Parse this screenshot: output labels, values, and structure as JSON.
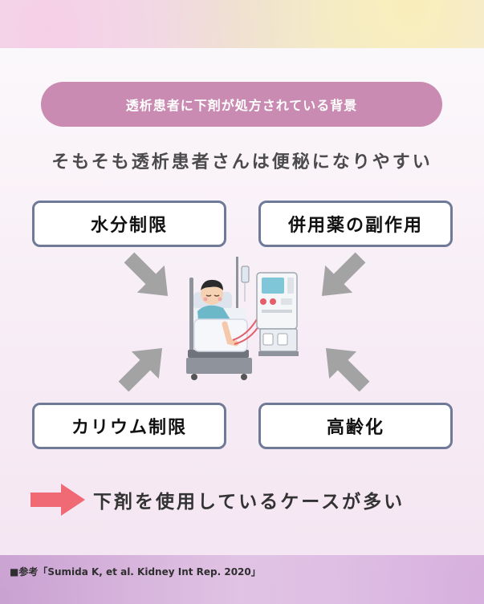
{
  "heading": "透析患者に下剤が処方されている背景",
  "subtitle": "そもそも透析患者さんは便秘になりやすい",
  "factors": {
    "top_left": "水分制限",
    "top_right": "併用薬の副作用",
    "bottom_left": "カリウム制限",
    "bottom_right": "高齢化"
  },
  "conclusion": "下剤を使用しているケースが多い",
  "citation": "■参考「Sumida K, et al. Kidney Int Rep. 2020」",
  "colors": {
    "pill": "#c98bb1",
    "box_border": "#6f7a98",
    "gray_arrow": "#a3a3a3",
    "red_arrow": "#f06a76"
  },
  "icons": {
    "illustration": "dialysis-patient-illustration",
    "conclusion_arrow": "right-arrow-icon"
  }
}
